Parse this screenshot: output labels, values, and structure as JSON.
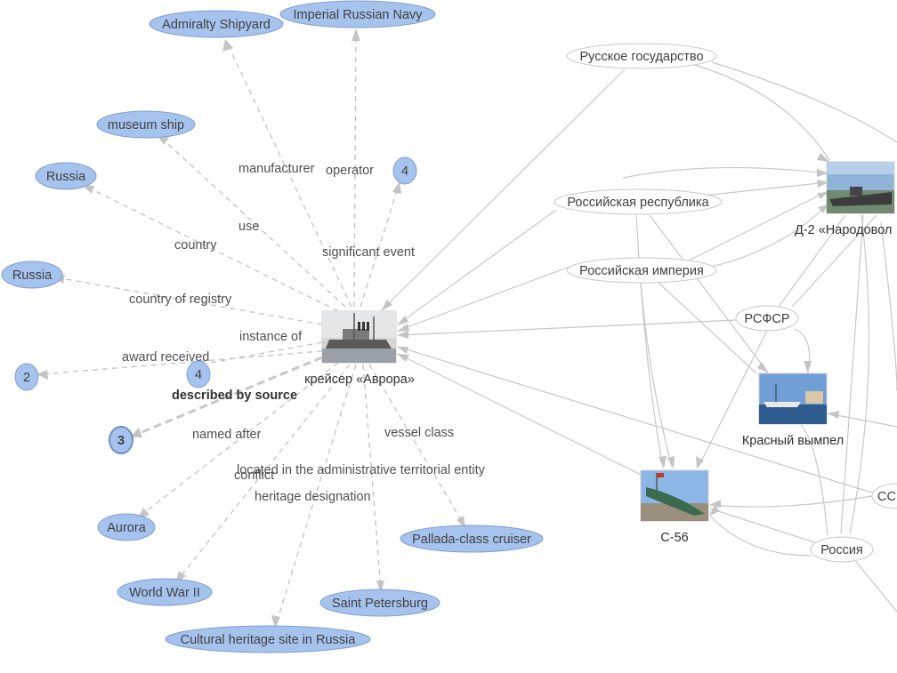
{
  "graph": {
    "center_label": "крейсер «Аврора»",
    "blue_nodes": {
      "admiralty": "Admiralty Shipyard",
      "navy": "Imperial Russian Navy",
      "museum": "museum ship",
      "four_top": "4",
      "russia1": "Russia",
      "russia2": "Russia",
      "two": "2",
      "four_mid": "4",
      "three": "3",
      "aurora": "Aurora",
      "ww2": "World War II",
      "spb": "Saint Petersburg",
      "pallada": "Pallada-class cruiser",
      "heritage": "Cultural heritage site in Russia"
    },
    "edge_labels": {
      "manufacturer": "manufacturer",
      "operator": "operator",
      "use": "use",
      "country": "country",
      "significant_event": "significant event",
      "country_of_registry": "country of registry",
      "instance_of": "instance of",
      "award_received": "award received",
      "described_by_source": "described by source",
      "named_after": "named after",
      "vessel_class": "vessel class",
      "conflict": "conflict",
      "located_in": "located in the administrative territorial entity",
      "heritage_designation": "heritage designation"
    },
    "white_nodes": {
      "russkoe": "Русское государство",
      "resp": "Российская республика",
      "imperia": "Российская империя",
      "rsfsr": "РСФСР",
      "rossiya": "Россия",
      "ss": "СС"
    },
    "image_nodes": {
      "d2": "Д-2 «Народовол",
      "vympel": "Красный вымпел",
      "s56": "С-56"
    }
  }
}
